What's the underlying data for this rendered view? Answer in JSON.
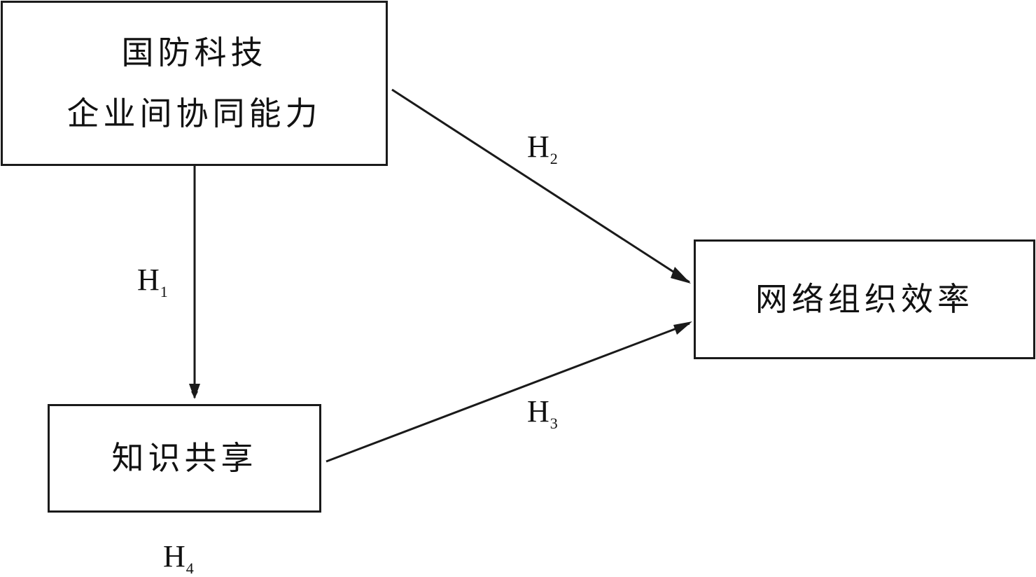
{
  "diagram": {
    "nodes": {
      "capability": {
        "line1": "国防科技",
        "line2": "企业间协同能力"
      },
      "knowledge": {
        "label": "知识共享"
      },
      "efficiency": {
        "label": "网络组织效率"
      }
    },
    "hypotheses": {
      "h1": {
        "main": "H",
        "sub": "1"
      },
      "h2": {
        "main": "H",
        "sub": "2"
      },
      "h3": {
        "main": "H",
        "sub": "3"
      },
      "h4": {
        "main": "H",
        "sub": "4"
      }
    },
    "colors": {
      "stroke": "#1a1a1a",
      "background": "#ffffff"
    }
  }
}
